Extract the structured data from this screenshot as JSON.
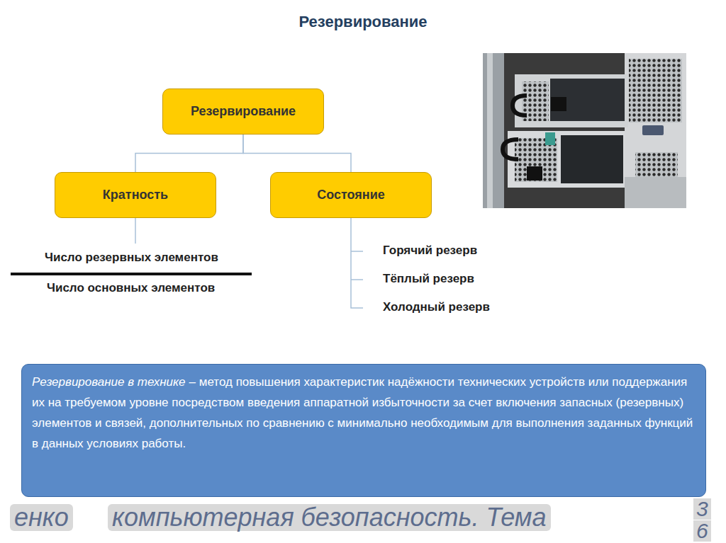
{
  "diagram": {
    "title": "Резервирование",
    "nodes": [
      {
        "text": [
          "Резервирование"
        ]
      },
      {
        "text": [
          "Кратность"
        ]
      },
      {
        "text": [
          "Состояние"
        ]
      },
      {
        "text": [
          "Резервирование в технике",
          "– метод повышения характеристик надёжности технических устройств или поддержания их на требуемом уровне посредством введения аппаратной избыточности за счет включения запасных (резервных) элементов и связей, дополнительных по сравнению с минимально необходимым для выполнения заданных функций в данных условиях работы."
        ]
      }
    ],
    "edges": [
      {
        "from": 0,
        "to": 1,
        "arrow": "none"
      },
      {
        "from": 0,
        "to": 2,
        "arrow": "none"
      }
    ],
    "labels": [
      "Число резервных элементов",
      "Число основных элементов",
      "Горячий резерв",
      "Тёплый резерв",
      "Холодный резерв",
      "енко",
      "компьютерная безопасность. Тема",
      "3",
      "6"
    ]
  }
}
